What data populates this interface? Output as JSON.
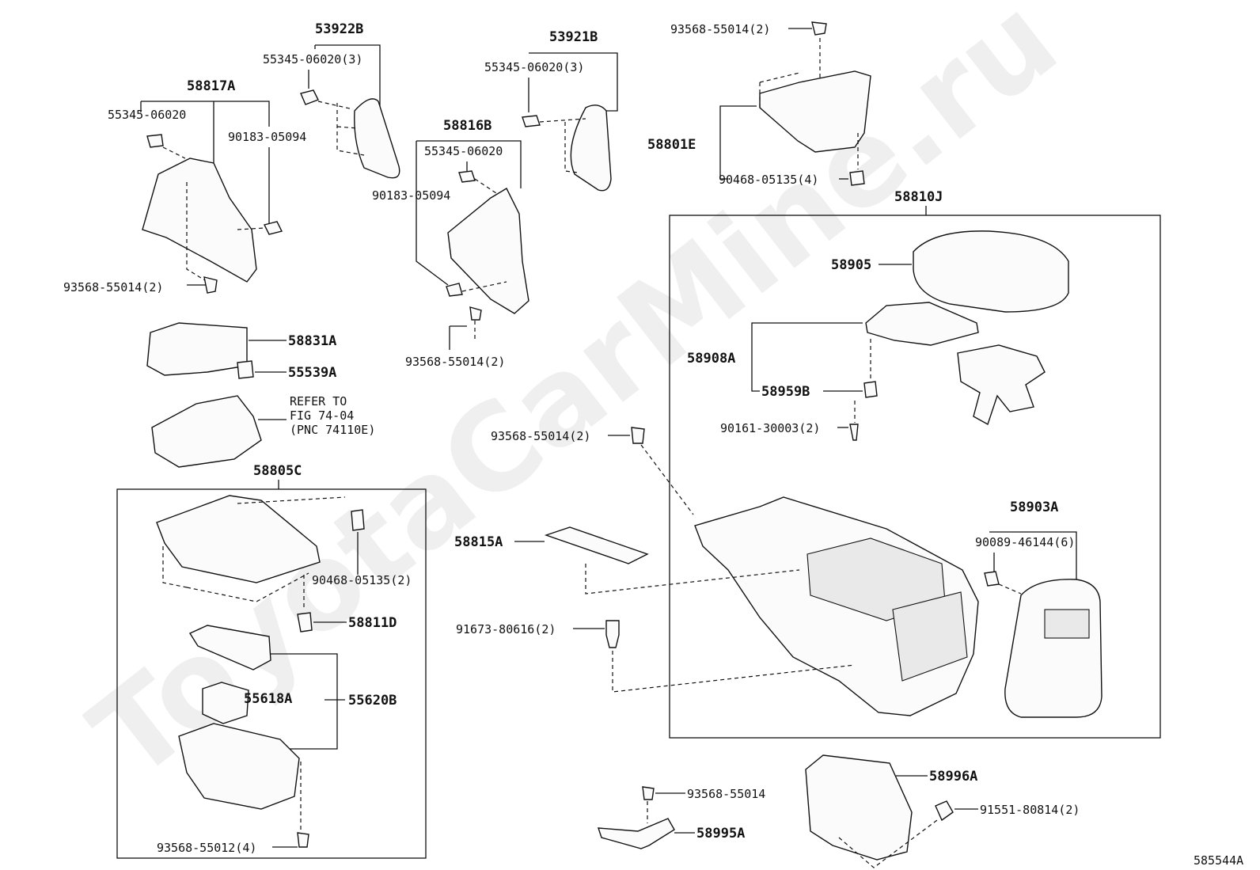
{
  "watermark": "ToyotaCarMine.ru",
  "figure_code": "585544A",
  "labels": {
    "p53922B": "53922B",
    "p55345_06020_3_a": "55345-06020(3)",
    "p58817A": "58817A",
    "p55345_06020_a": "55345-06020",
    "p90183_05094_a": "90183-05094",
    "p93568_55014_2_a": "93568-55014(2)",
    "p53921B": "53921B",
    "p55345_06020_3_b": "55345-06020(3)",
    "p58816B": "58816B",
    "p55345_06020_b": "55345-06020",
    "p90183_05094_b": "90183-05094",
    "p93568_55014_2_b": "93568-55014(2)",
    "p93568_55014_2_c": "93568-55014(2)",
    "p58801E": "58801E",
    "p90468_05135_4": "90468-05135(4)",
    "p58810J": "58810J",
    "p58905": "58905",
    "p58908A": "58908A",
    "p58959B": "58959B",
    "p90161_30003_2": "90161-30003(2)",
    "p58831A": "58831A",
    "p55539A": "55539A",
    "refer1": "REFER TO",
    "refer2": "FIG 74-04",
    "refer3": "(PNC 74110E)",
    "p58805C": "58805C",
    "p90468_05135_2": "90468-05135(2)",
    "p58811D": "58811D",
    "p55618A": "55618A",
    "p55620B": "55620B",
    "p93568_55012_4": "93568-55012(4)",
    "p93568_55014_2_d": "93568-55014(2)",
    "p58815A": "58815A",
    "p91673_80616_2": "91673-80616(2)",
    "p58903A": "58903A",
    "p90089_46144_6": "90089-46144(6)",
    "p93568_55014": "93568-55014",
    "p58995A": "58995A",
    "p58996A": "58996A",
    "p91551_80814_2": "91551-80814(2)"
  }
}
